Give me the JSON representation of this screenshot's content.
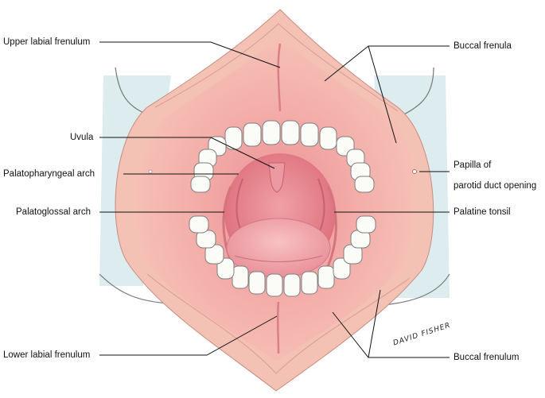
{
  "labels": {
    "upper_labial_frenulum": "Upper labial frenulum",
    "buccal_frenula": "Buccal frenula",
    "uvula": "Uvula",
    "palatopharyngeal_arch": "Palatopharyngeal arch",
    "papilla_line1": "Papilla of",
    "papilla_line2": "parotid duct opening",
    "palatoglossal_arch": "Palatoglossal arch",
    "palatine_tonsil": "Palatine tonsil",
    "lower_labial_frenulum": "Lower labial frenulum",
    "buccal_frenulum": "Buccal frenulum"
  },
  "signature": "DAVID FISHER",
  "colors": {
    "lip": "#f4c2b4",
    "mucosa": "#f2a8a3",
    "mucosa_dark": "#e58a8c",
    "throat": "#e27882",
    "tongue": "#f0a2a6",
    "teeth": "#fbfbf8",
    "retractor_bg": "#dcecef",
    "leader": "#111111"
  }
}
